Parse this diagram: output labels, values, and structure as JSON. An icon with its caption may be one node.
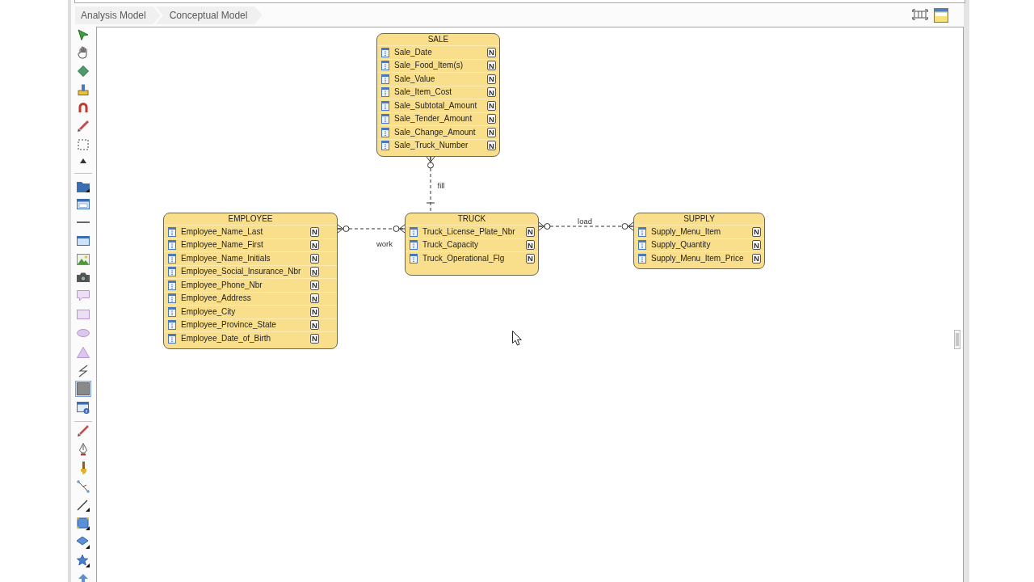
{
  "diagram": {
    "nodes": [
      {
        "text": [
          "SALE"
        ]
      },
      {
        "text": [
          "Sale_Date",
          "N"
        ],
        "in": 0
      },
      {
        "text": [
          "Sale_Food_Item(s)",
          "N"
        ],
        "in": 0
      },
      {
        "text": [
          "Sale_Value",
          "N"
        ],
        "in": 0
      },
      {
        "text": [
          "Sale_Item_Cost",
          "N"
        ],
        "in": 0
      },
      {
        "text": [
          "Sale_Subtotal_Amount",
          "N"
        ],
        "in": 0
      },
      {
        "text": [
          "Sale_Tender_Amount",
          "N"
        ],
        "in": 0
      },
      {
        "text": [
          "Sale_Change_Amount",
          "N"
        ],
        "in": 0
      },
      {
        "text": [
          "Sale_Truck_Number",
          "N"
        ],
        "in": 0
      },
      {
        "text": [
          "EMPLOYEE"
        ]
      },
      {
        "text": [
          "Employee_Name_Last",
          "N"
        ],
        "in": 9
      },
      {
        "text": [
          "Employee_Name_First",
          "N"
        ],
        "in": 9
      },
      {
        "text": [
          "Employee_Name_Initials",
          "N"
        ],
        "in": 9
      },
      {
        "text": [
          "Employee_Social_Insurance_Nbr",
          "N"
        ],
        "in": 9
      },
      {
        "text": [
          "Employee_Phone_Nbr",
          "N"
        ],
        "in": 9
      },
      {
        "text": [
          "Employee_Address",
          "N"
        ],
        "in": 9
      },
      {
        "text": [
          "Employee_City",
          "N"
        ],
        "in": 9
      },
      {
        "text": [
          "Employee_Province_State",
          "N"
        ],
        "in": 9
      },
      {
        "text": [
          "Employee_Date_of_Birth",
          "N"
        ],
        "in": 9
      },
      {
        "text": [
          "TRUCK"
        ]
      },
      {
        "text": [
          "Truck_License_Plate_Nbr",
          "N"
        ],
        "in": 19
      },
      {
        "text": [
          "Truck_Capacity",
          "N"
        ],
        "in": 19
      },
      {
        "text": [
          "Truck_Operational_Flg",
          "N"
        ],
        "in": 19
      },
      {
        "text": [
          "SUPPLY"
        ]
      },
      {
        "text": [
          "Supply_Menu_Item",
          "N"
        ],
        "in": 23
      },
      {
        "text": [
          "Supply_Quantity",
          "N"
        ],
        "in": 23
      },
      {
        "text": [
          "Supply_Menu_Item_Price",
          "N"
        ],
        "in": 23
      }
    ],
    "edges": [
      {
        "from": 0,
        "to": 19,
        "arrow": "other",
        "label": "fill",
        "style": "dashed"
      },
      {
        "from": 9,
        "to": 19,
        "arrow": "other",
        "label": "work",
        "style": "dashed"
      },
      {
        "from": 19,
        "to": 23,
        "arrow": "other",
        "label": "load",
        "style": "dashed"
      }
    ],
    "labels": [
      "Analysis Model",
      "Conceptual Model"
    ]
  }
}
